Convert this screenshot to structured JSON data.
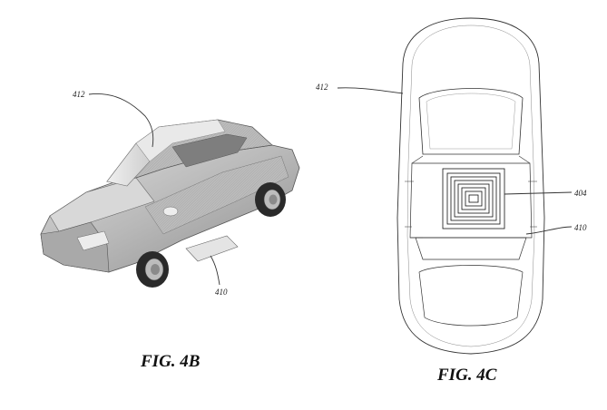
{
  "figures": [
    {
      "caption": "FIG. 4B",
      "labels": {
        "vehicle": "412",
        "coil": "410"
      }
    },
    {
      "caption": "FIG. 4C",
      "labels": {
        "vehicle": "412",
        "coil_pattern": "404",
        "coil": "410"
      }
    }
  ]
}
